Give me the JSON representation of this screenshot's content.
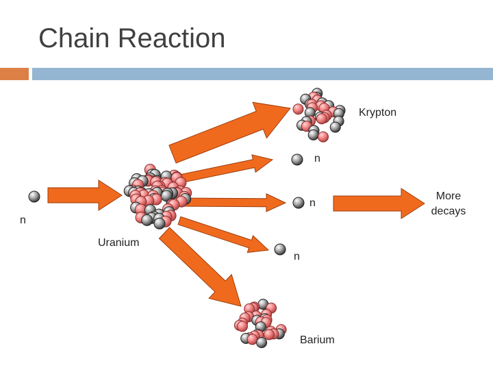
{
  "title": "Chain Reaction",
  "colors": {
    "accent": "#DD8047",
    "rule": "#94B6D2",
    "arrow": "#F06A1E",
    "arrow_outline": "#9C3E0C",
    "proton": "#F08080",
    "neutron": "#9A9A9A",
    "title_text": "#404040"
  },
  "labels": {
    "neutron_in": "n",
    "uranium": "Uranium",
    "krypton": "Krypton",
    "neutron_1": "n",
    "neutron_2": "n",
    "neutron_3": "n",
    "barium": "Barium",
    "more_decays": "More decays"
  }
}
